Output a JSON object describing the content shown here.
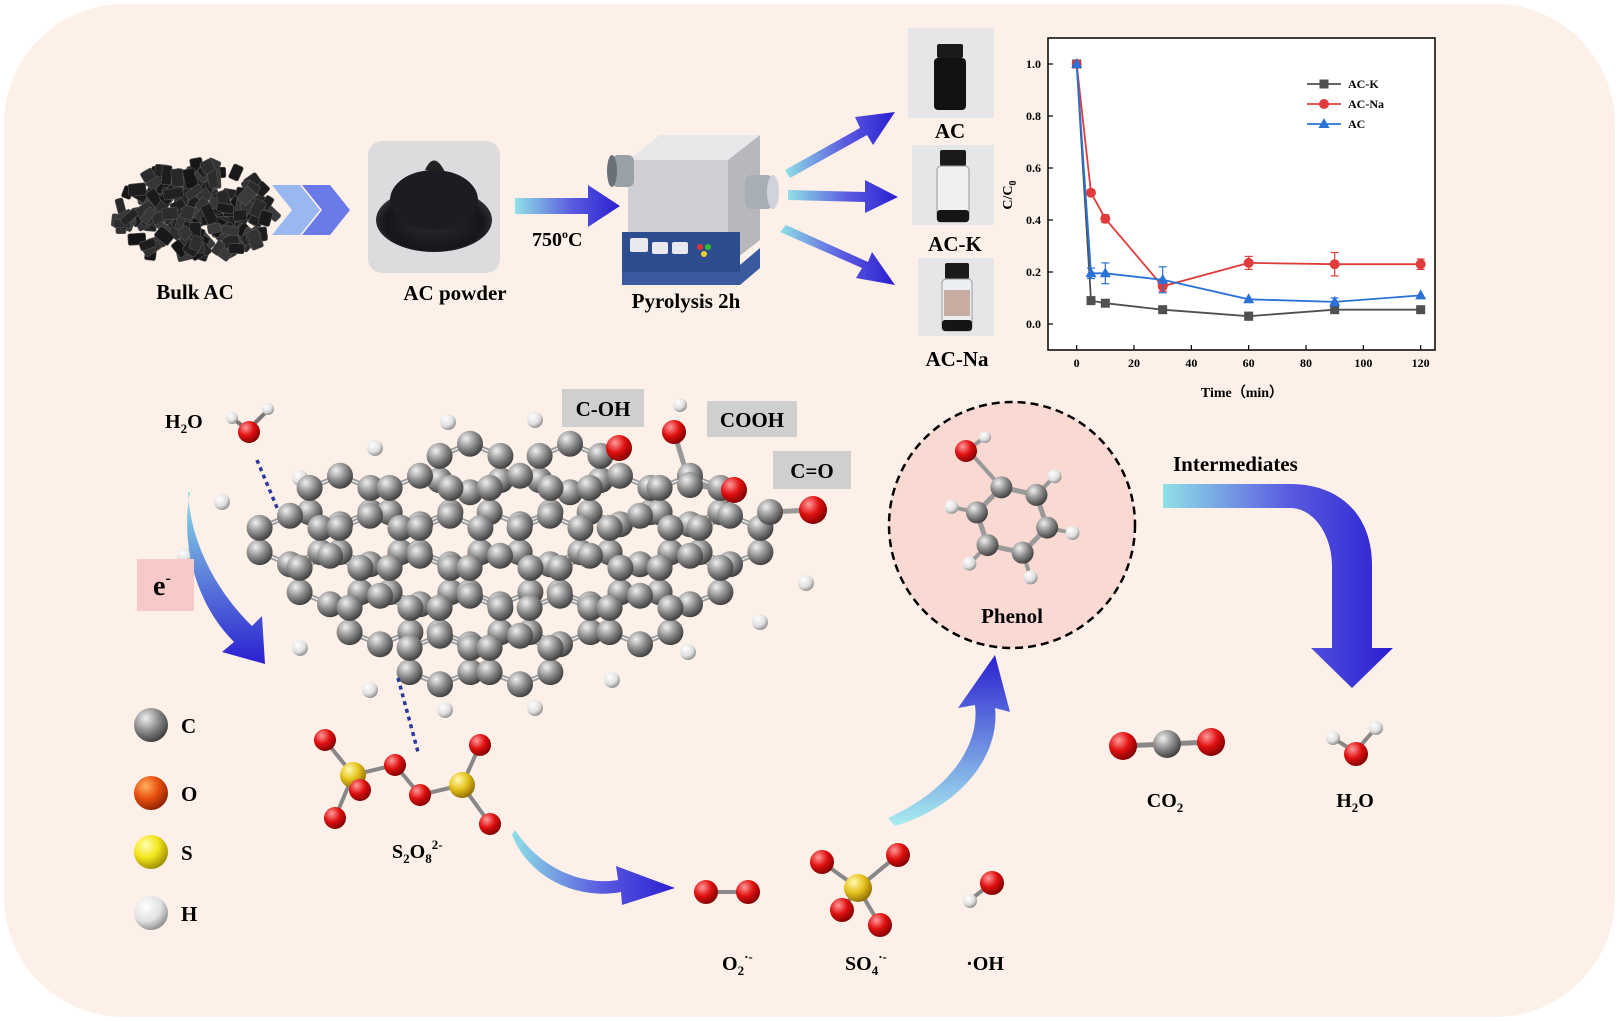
{
  "process": {
    "bulk_label": "Bulk AC",
    "powder_label": "AC powder",
    "temp_label": "750",
    "temp_sup": "o",
    "temp_unit": "C",
    "furnace_label": "Pyrolysis 2h",
    "vial_labels": [
      "AC",
      "AC-K",
      "AC-Na"
    ]
  },
  "groups": {
    "coh": "C-OH",
    "cooh": "COOH",
    "co": "C=O"
  },
  "molecules": {
    "water_top": "H",
    "water_top_sub": "2",
    "water_top_end": "O",
    "electron": "e",
    "electron_sup": "-",
    "persulfate_a": "S",
    "persulfate_sub1": "2",
    "persulfate_b": "O",
    "persulfate_sub2": "8",
    "persulfate_sup": "2-",
    "phenol": "Phenol",
    "intermediates": "Intermediates",
    "co2_a": "CO",
    "co2_sub": "2",
    "h2o_a": "H",
    "h2o_sub": "2",
    "h2o_b": "O",
    "o2_a": "O",
    "o2_sub": "2",
    "o2_sup": "·-",
    "so4_a": "SO",
    "so4_sub": "4",
    "so4_sup": "·-",
    "oh": "·OH"
  },
  "legend_atoms": [
    {
      "symbol": "C",
      "color": "#8a8a8a"
    },
    {
      "symbol": "O",
      "color": "#e0431a"
    },
    {
      "symbol": "S",
      "color": "#e8d41a"
    },
    {
      "symbol": "H",
      "color": "#f2f2f2"
    }
  ],
  "colors": {
    "background": "#fdf0e8",
    "arrow_blue": "#3a2fd6",
    "arrow_cyan": "#7fd6e0",
    "oxygen": "#e01414",
    "carbon": "#8c8c8c",
    "sulfur": "#e6c21e",
    "label_box": "#d2d2d2",
    "electron_box": "#f7c9c9",
    "phenol_circle": "#fbd9d3"
  },
  "chart_data": {
    "type": "line",
    "xlabel": "Time（min）",
    "ylabel": "C/C",
    "ylabel_sub": "0",
    "xlim": [
      -10,
      125
    ],
    "ylim": [
      -0.1,
      1.1
    ],
    "xticks": [
      0,
      20,
      40,
      60,
      80,
      100,
      120
    ],
    "yticks": [
      0.0,
      0.2,
      0.4,
      0.6,
      0.8,
      1.0
    ],
    "grid": false,
    "legend_position": "top-right",
    "series": [
      {
        "name": "AC-K",
        "color": "#505050",
        "marker": "square",
        "x": [
          0,
          5,
          10,
          30,
          60,
          90,
          120
        ],
        "y": [
          1.0,
          0.09,
          0.08,
          0.055,
          0.03,
          0.055,
          0.055
        ],
        "err": [
          0,
          0,
          0,
          0,
          0.015,
          0,
          0
        ]
      },
      {
        "name": "AC-Na",
        "color": "#e03c3c",
        "marker": "circle",
        "x": [
          0,
          5,
          10,
          30,
          60,
          90,
          120
        ],
        "y": [
          1.0,
          0.505,
          0.405,
          0.145,
          0.235,
          0.23,
          0.23
        ],
        "err": [
          0,
          0,
          0.015,
          0.02,
          0.025,
          0.045,
          0.02
        ]
      },
      {
        "name": "AC",
        "color": "#2a72d6",
        "marker": "triangle",
        "x": [
          0,
          5,
          10,
          30,
          60,
          90,
          120
        ],
        "y": [
          1.0,
          0.195,
          0.195,
          0.17,
          0.095,
          0.085,
          0.11
        ],
        "err": [
          0,
          0.02,
          0.04,
          0.05,
          0,
          0.015,
          0
        ]
      }
    ]
  }
}
